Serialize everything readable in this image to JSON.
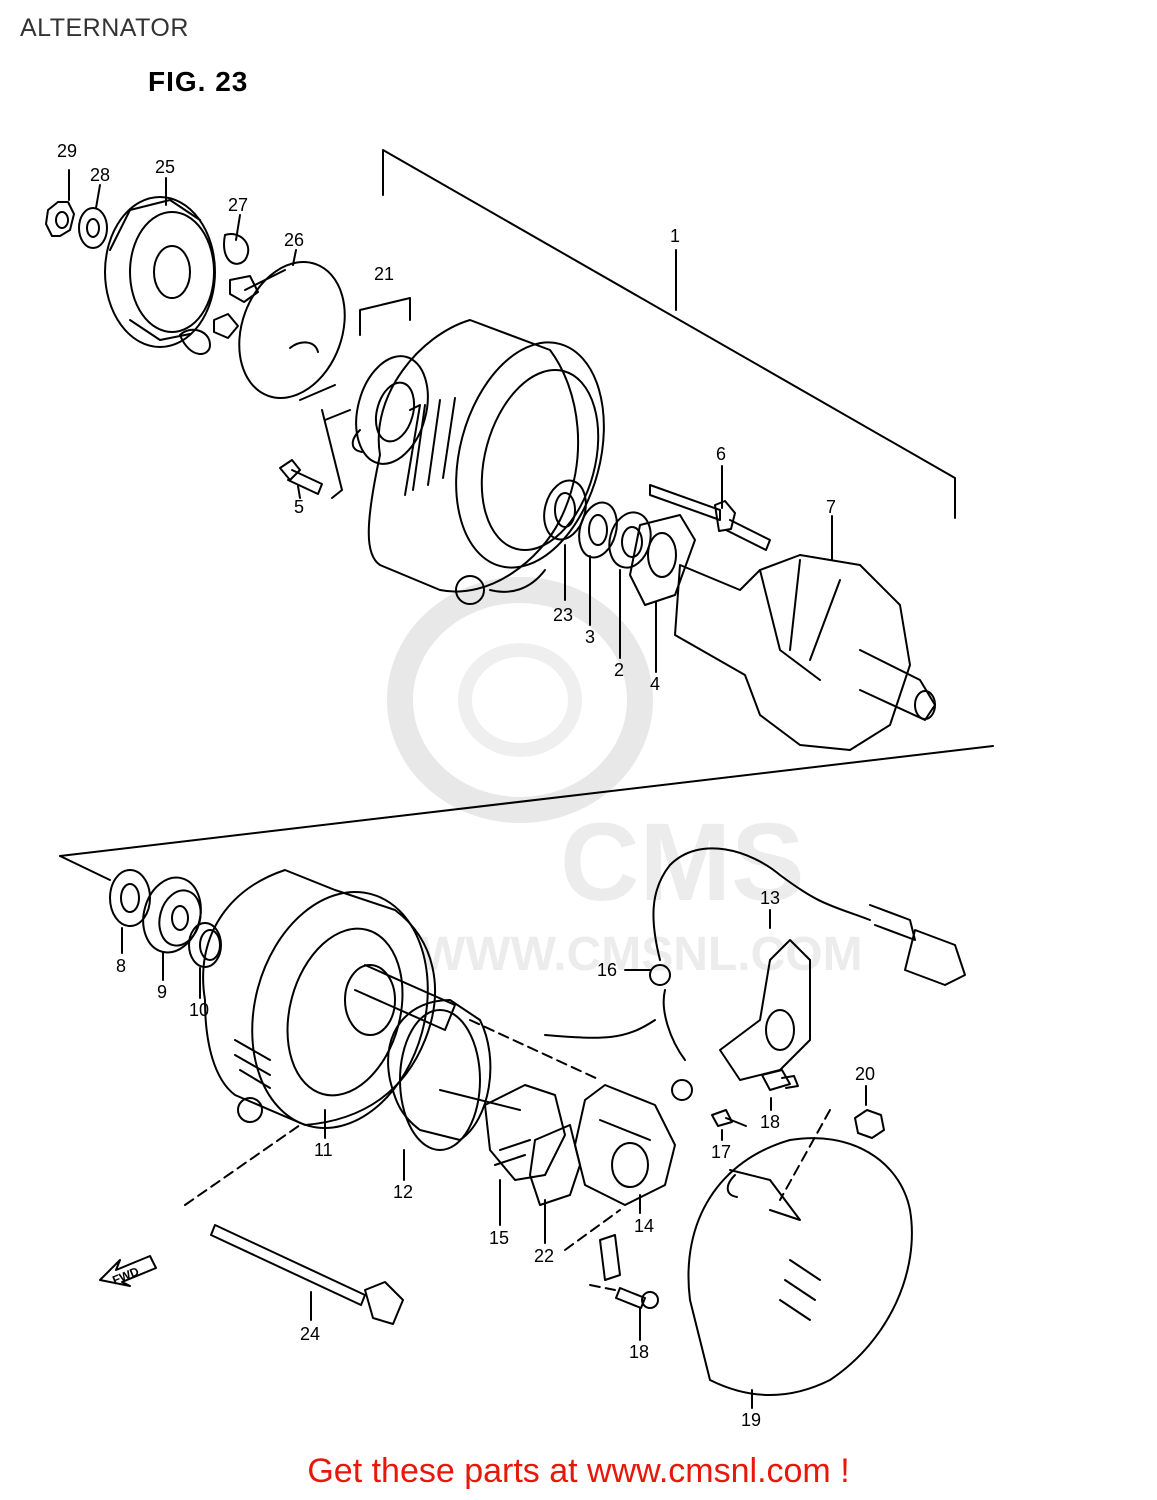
{
  "page_title": "ALTERNATOR",
  "figure_label": "FIG. 23",
  "fwd_label": "FWD",
  "watermark": "CMS  WWW.CMSNL.COM",
  "callouts": {
    "c1": "1",
    "c2": "2",
    "c3": "3",
    "c4": "4",
    "c5": "5",
    "c6": "6",
    "c7": "7",
    "c8": "8",
    "c9": "9",
    "c10": "10",
    "c11": "11",
    "c12": "12",
    "c13": "13",
    "c14": "14",
    "c15": "15",
    "c16": "16",
    "c17": "17",
    "c18a": "18",
    "c18b": "18",
    "c19": "19",
    "c20": "20",
    "c21": "21",
    "c22": "22",
    "c23": "23",
    "c24": "24",
    "c25": "25",
    "c26": "26",
    "c27": "27",
    "c28": "28",
    "c29": "29"
  },
  "footer": "Get these parts at www.cmsnl.com !",
  "colors": {
    "footer": "#e8170a",
    "line": "#000000",
    "watermark": "#d9d9d9"
  }
}
